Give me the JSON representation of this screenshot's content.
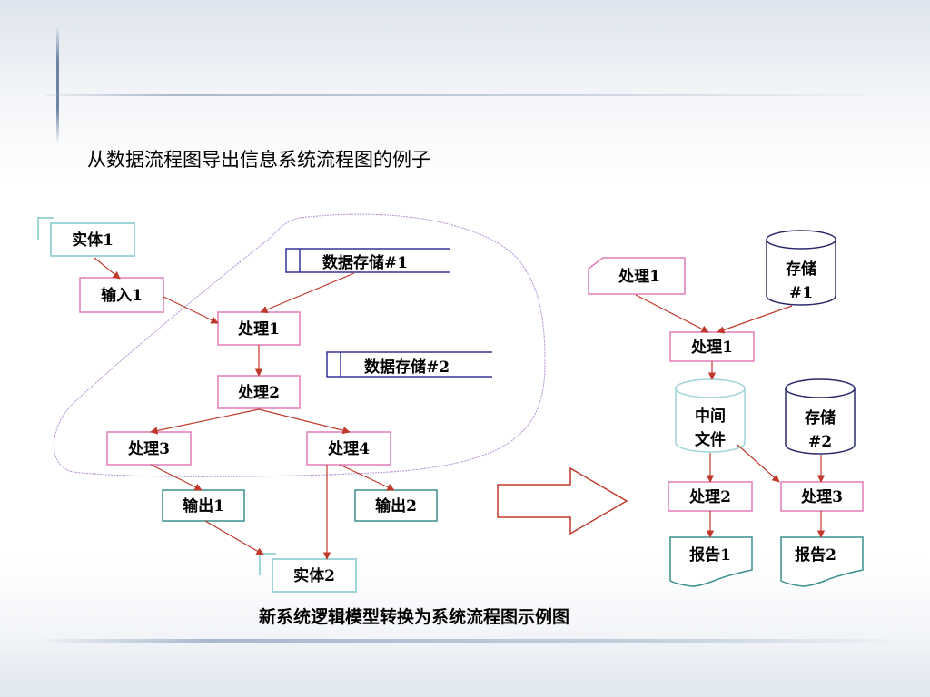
{
  "title": "从数据流程图导出信息系统流程图的例子",
  "caption": "新系统逻辑模型转换为系统流程图示例图",
  "left_dfd": {
    "entity1": "实体1",
    "input1": "输入1",
    "store1": "数据存储#1",
    "process1": "处理1",
    "store2": "数据存储#2",
    "process2": "处理2",
    "process3": "处理3",
    "process4": "处理4",
    "output1": "输出1",
    "output2": "输出2",
    "entity2": "实体2"
  },
  "right_flow": {
    "manual_input": "处理1",
    "storage1": [
      "存储",
      "#1"
    ],
    "process1": "处理1",
    "intermediate_file": [
      "中间",
      "文件"
    ],
    "storage2": [
      "存储",
      "#2"
    ],
    "process2": "处理2",
    "process3": "处理3",
    "report1": "报告1",
    "report2": "报告2"
  },
  "colors": {
    "arrow": "#c0392b",
    "process_border": "#e07bb8",
    "entity_border": "#9fd4d8",
    "output_border": "#3a8f8f",
    "store_border": "#333399",
    "boundary": "#b38fd6",
    "cylinder_border": "#2a2a6a",
    "big_arrow": "#c0392b"
  }
}
